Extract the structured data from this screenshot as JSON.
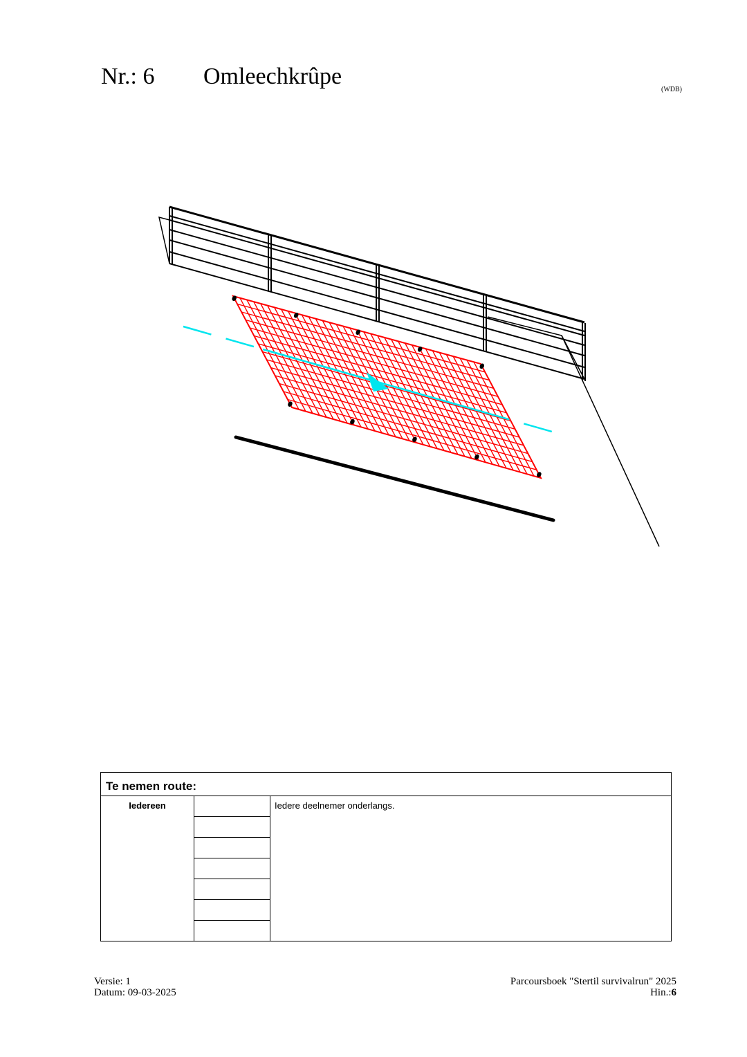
{
  "header": {
    "number": "Nr.: 6",
    "obstacle_name": "Omleechkrûpe",
    "author_code": "(WDB)"
  },
  "drawing": {
    "net_color": "#ff0000",
    "route_line_color": "#00e5ee",
    "frame_color": "#000000"
  },
  "route": {
    "title": "Te nemen route:",
    "rows": [
      {
        "who": "Iedereen",
        "description": "Iedere deelnemer onderlangs."
      }
    ]
  },
  "footer": {
    "version_label": "Versie:",
    "version_value": "1",
    "date_label": "Datum:",
    "date_value": "09-03-2025",
    "book_title": "Parcoursboek \"Stertil survivalrun\" 2025",
    "hint_label": "Hin.:",
    "hint_value": "6"
  }
}
